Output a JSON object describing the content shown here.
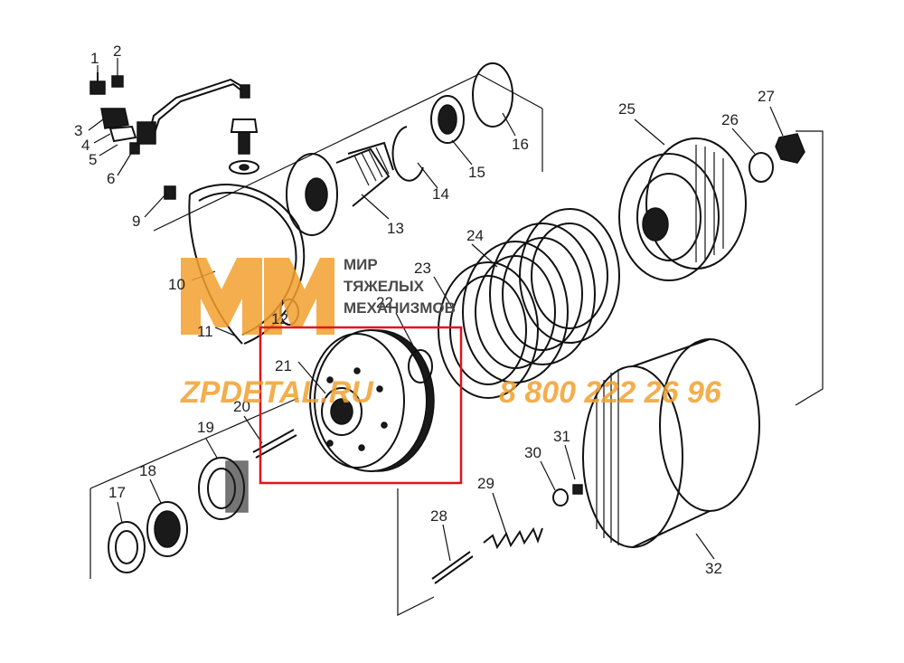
{
  "callouts": [
    "1",
    "2",
    "3",
    "4",
    "5",
    "6",
    "9",
    "10",
    "11",
    "12",
    "13",
    "14",
    "15",
    "16",
    "17",
    "18",
    "19",
    "20",
    "21",
    "22",
    "23",
    "24",
    "25",
    "26",
    "27",
    "28",
    "29",
    "30",
    "31",
    "32"
  ],
  "watermark": {
    "company_line1": "МИР",
    "company_line2": "ТЯЖЕЛЫХ",
    "company_line3": "МЕХАНИЗМОВ",
    "site": "ZPDETAL.RU",
    "phone": "8 800 222 26 96",
    "logo_letters": "ММ",
    "logo_color": "#f2a02e"
  },
  "highlight": {
    "part": "21",
    "color": "#e0141c"
  }
}
